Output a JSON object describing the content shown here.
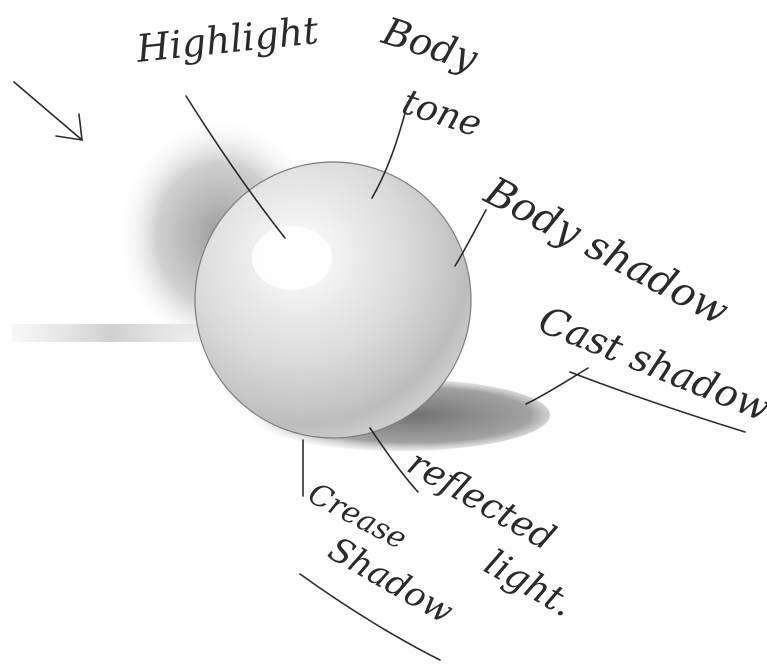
{
  "labels": {
    "highlight": "Highlight",
    "body_tone_1": "Body",
    "body_tone_2": "tone",
    "body_shadow": "Body shadow",
    "cast_shadow": "Cast shadow",
    "reflected_light_1": "reflected",
    "reflected_light_2": "light.",
    "crease_shadow_1": "Crease",
    "crease_shadow_2": "Shadow"
  },
  "colors": {
    "paper": "#ffffff",
    "graphite": "#2a2a2a",
    "sphere_light": "#f4f4f4",
    "sphere_dark": "#9a9a9a",
    "shadow": "#6e6e6e"
  },
  "icons": {
    "light_direction": "arrow-icon"
  }
}
